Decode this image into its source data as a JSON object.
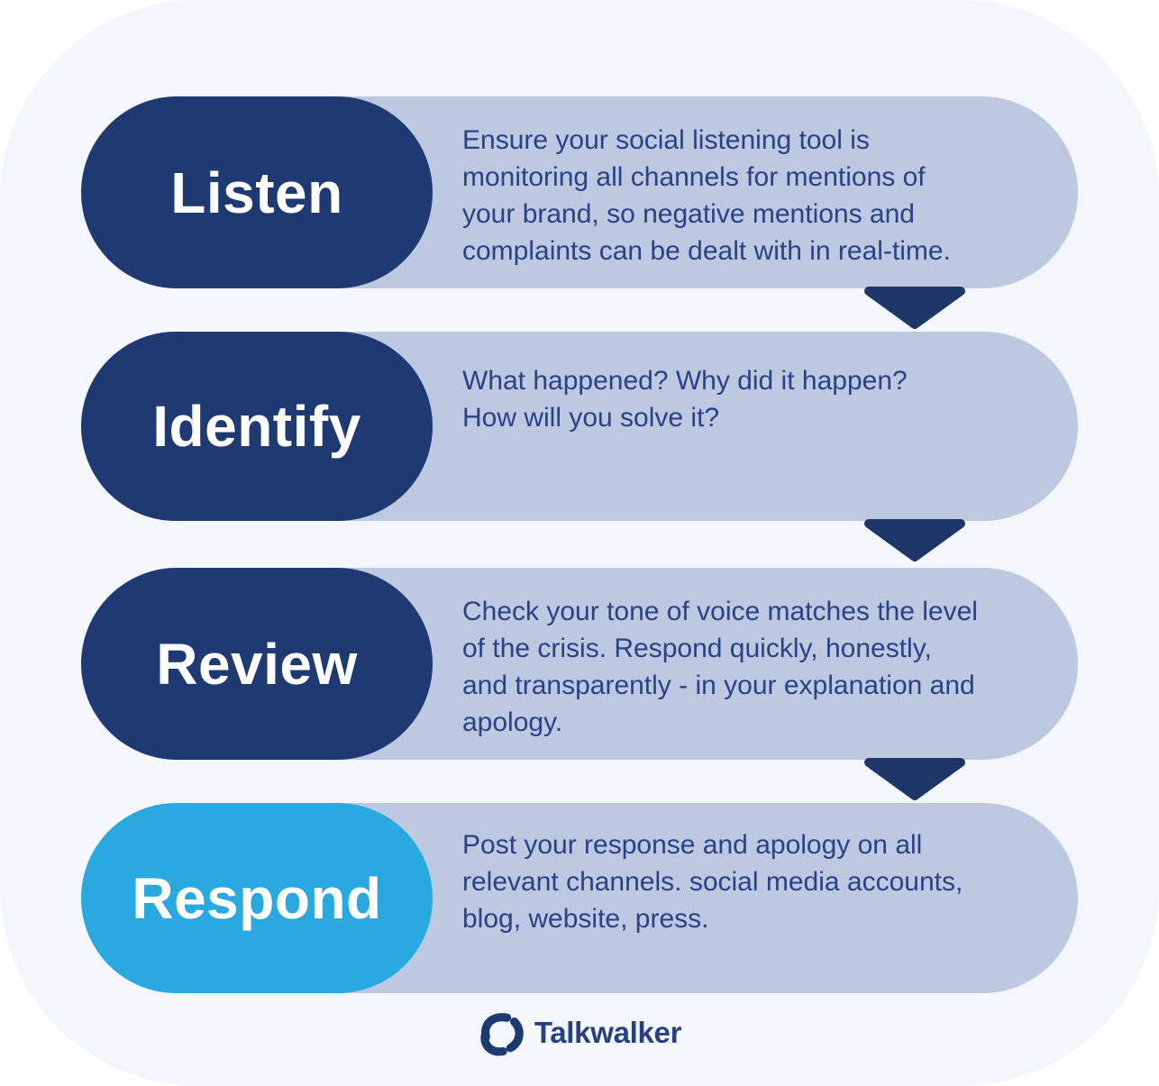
{
  "infographic": {
    "brand": "Talkwalker",
    "type": "crisis-response process flow",
    "colors": {
      "panel_background": "#f3f6fb",
      "step_pill_navy": "#1f3a72",
      "step_pill_cyan": "#29a9e0",
      "description_bar": "#bcc9e0",
      "text_navy": "#2b4187",
      "arrow_navy": "#1e3769",
      "logo_navy": "#27407f"
    },
    "steps": [
      {
        "label": "Listen",
        "description": "Ensure your social listening tool is\nmonitoring all channels for mentions of\nyour brand, so negative mentions and\ncomplaints can be dealt with in real-time.",
        "pill_color": "#1f3a72",
        "arrow_after": true
      },
      {
        "label": "Identify",
        "description": "What happened? Why did it happen?\nHow will you solve it?",
        "pill_color": "#1f3a72",
        "arrow_after": true
      },
      {
        "label": "Review",
        "description": "Check your tone of voice matches the level\nof the crisis. Respond quickly, honestly,\nand transparently - in your explanation and\napology.",
        "pill_color": "#1f3a72",
        "arrow_after": true
      },
      {
        "label": "Respond",
        "description": "Post your response and apology on all\nrelevant channels. social media accounts,\nblog, website, press.",
        "pill_color": "#29a9e0",
        "arrow_after": false
      }
    ],
    "footer": {
      "logo_text": "Talkwalker"
    }
  }
}
